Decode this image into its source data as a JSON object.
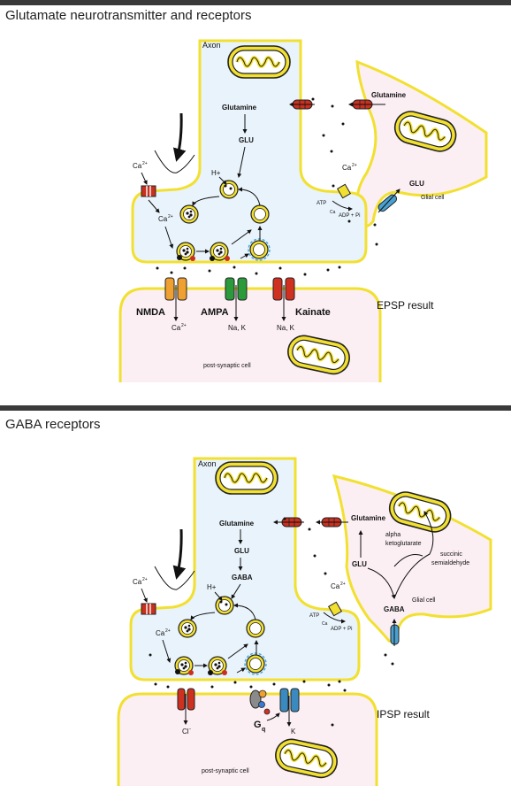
{
  "panel1": {
    "title": "Glutamate neurotransmitter and receptors",
    "axon": "Axon",
    "glutamine_left": "Glutamine",
    "glutamine_right": "Glutamine",
    "glu": "GLU",
    "hplus": "H+",
    "ca_pre": "Ca",
    "ca_pre_sup": "2+",
    "ca_in": "Ca",
    "ca_in_sup": "2+",
    "ca_glial": "Ca",
    "ca_glial_sup": "2+",
    "atp": "ATP",
    "ca_small": "Ca",
    "adp": "ADP + Pi",
    "glu_glial": "GLU",
    "glial_cell": "Glial cell",
    "nmda": "NMDA",
    "ampa": "AMPA",
    "kainate": "Kainate",
    "ca_out": "Ca",
    "ca_out_sup": "2+",
    "nak1": "Na, K",
    "nak2": "Na, K",
    "post": "post-synaptic cell",
    "result": "EPSP result"
  },
  "panel2": {
    "title": "GABA receptors",
    "axon": "Axon",
    "glutamine_left": "Glutamine",
    "glutamine_right": "Glutamine",
    "glu": "GLU",
    "gaba": "GABA",
    "hplus": "H+",
    "ca_pre": "Ca",
    "ca_pre_sup": "2+",
    "ca_in": "Ca",
    "ca_in_sup": "2+",
    "ca_glial": "Ca",
    "ca_glial_sup": "2+",
    "atp": "ATP",
    "ca_small": "Ca",
    "adp": "ADP + Pi",
    "alpha1": "alpha",
    "alpha2": "ketoglutarate",
    "succ1": "succinic",
    "succ2": "semialdehyde",
    "glu_glial": "GLU",
    "gaba_glial": "GABA",
    "glial_cell": "Glial cell",
    "cl": "Cl",
    "cl_sup": "-",
    "gq": "G",
    "gq_sub": "q",
    "k": "K",
    "post": "post-synaptic cell",
    "result": "IPSP result"
  },
  "colors": {
    "membrane": "#f2e030",
    "membrane_edge": "#6b5a00",
    "presynaptic": "#e9f3fb",
    "postsynaptic": "#fbeff3",
    "nmda": "#f0a030",
    "ampa": "#2a9a3a",
    "kainate": "#d03020",
    "transporter": "#c83020",
    "glial_channel": "#4aa0d0"
  }
}
